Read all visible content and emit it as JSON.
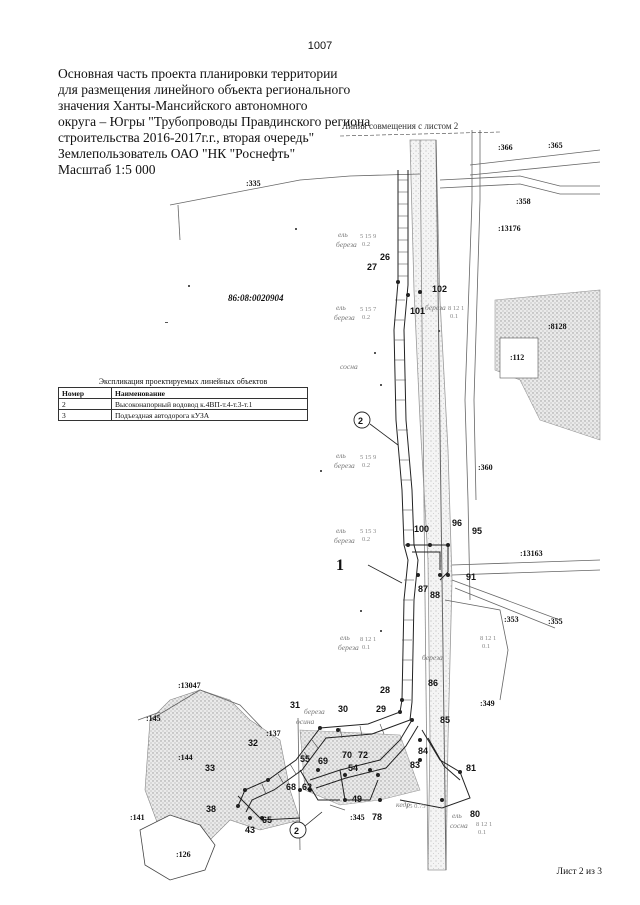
{
  "page_number": "1007",
  "title_lines": [
    "Основная часть проекта планировки территории",
    "для размещения линейного объекта регионального",
    "значения Ханты-Мансийского автономного",
    "округа – Югры \"Трубопроводы Правдинского региона",
    "строительства 2016-2017г.г., вторая очередь\"",
    "Землепользователь ОАО \"НК \"Роснефть\"",
    "Масштаб 1:5 000"
  ],
  "match_line": "Линия совмещения с листом 2",
  "quarter": "86:08:0020904",
  "legend": {
    "caption": "Экспликация проектируемых линейных объектов",
    "headers": [
      "Номер",
      "Наименование"
    ],
    "rows": [
      [
        "2",
        "Высоконапорный водовод к.4ВП-т.4-т.3-т.1"
      ],
      [
        "3",
        "Подъездная автодорога кУЗА"
      ]
    ]
  },
  "parcels": [
    ":366",
    ":365",
    ":358",
    ":13176",
    ":335",
    ":8128",
    ":112",
    ":360",
    ":13163",
    ":353",
    ":355",
    ":349",
    ":13047",
    ":145",
    ":137",
    ":144",
    ":141",
    ":126",
    ":345"
  ],
  "points": [
    "26",
    "27",
    "101",
    "102",
    "100",
    "96",
    "95",
    "87",
    "88",
    "91",
    "86",
    "28",
    "29",
    "85",
    "84",
    "83",
    "81",
    "80",
    "78",
    "31",
    "30",
    "32",
    "33",
    "38",
    "43",
    "65",
    "68",
    "62",
    "55",
    "69",
    "70",
    "72",
    "54",
    "49"
  ],
  "callouts": [
    "2",
    "2",
    "1"
  ],
  "forest_labels": [
    "ель",
    "береза",
    "ель",
    "береза",
    "сосна",
    "береза",
    "ель",
    "береза",
    "ель",
    "береза",
    "ель",
    "береза",
    "береза",
    "осина",
    "береза",
    "кедр",
    "ель",
    "сосна"
  ],
  "sheet_label": "Лист 2 из 3"
}
